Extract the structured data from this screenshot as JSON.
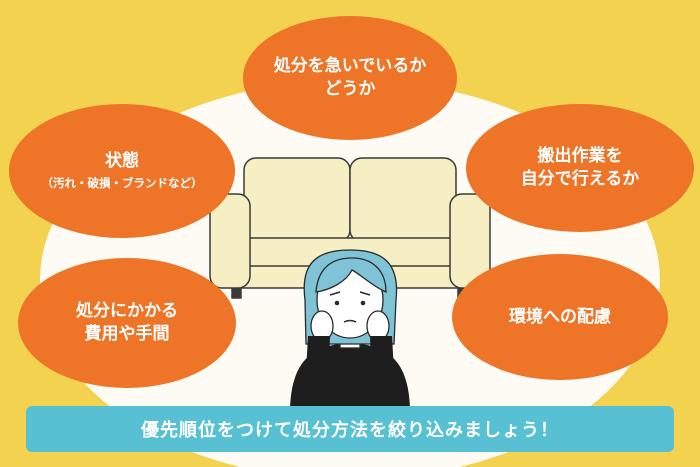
{
  "bubbles": {
    "top": {
      "line1": "処分を急いでいるか",
      "line2": "どうか"
    },
    "condition": {
      "line1": "状態",
      "line2": "（汚れ・破損・ブランドなど）"
    },
    "carry_out": {
      "line1": "搬出作業を",
      "line2": "自分で行えるか"
    },
    "cost": {
      "line1": "処分にかかる",
      "line2": "費用や手間"
    },
    "environment": {
      "line1": "環境への配慮"
    }
  },
  "banner": {
    "text": "優先順位をつけて処分方法を絞り込みましょう！"
  },
  "colors": {
    "background": "#f3d24f",
    "halo": "#fdfbf4",
    "bubble": "#ee7427",
    "banner": "#57c0d2",
    "sofa": "#f7efc4",
    "hair": "#7ec3d6"
  },
  "illustration": {
    "sofa": "sofa-illustration",
    "person": "worried-person-illustration"
  }
}
